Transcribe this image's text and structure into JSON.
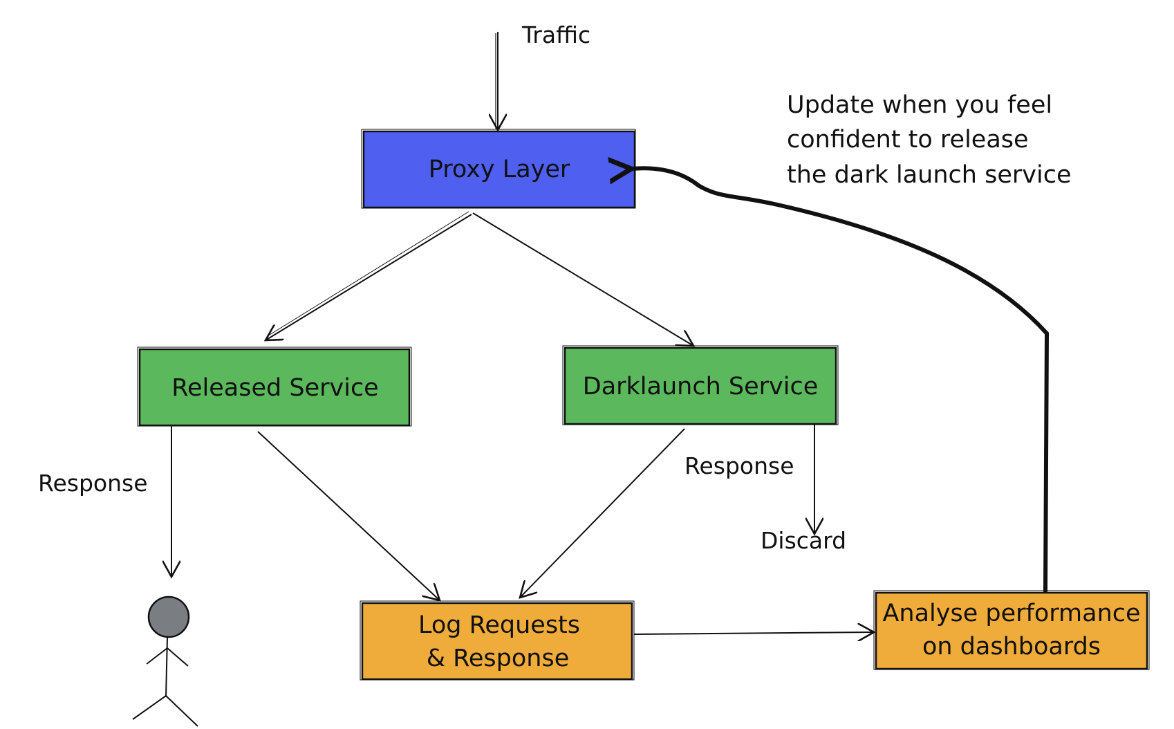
{
  "diagram": {
    "traffic_label": "Traffic",
    "proxy_label": "Proxy Layer",
    "released_label": "Released Service",
    "darklaunch_label": "Darklaunch Service",
    "response_left": "Response",
    "response_right": "Response",
    "discard_label": "Discard",
    "log_line1": "Log Requests",
    "log_line2": "& Response",
    "analyse_line1": "Analyse performance",
    "analyse_line2": "on dashboards",
    "note_line1": "Update when you feel",
    "note_line2": "confident to release",
    "note_line3": "the dark launch service"
  },
  "colors": {
    "proxy": "#4f5ff0",
    "service": "#5cb85c",
    "log": "#f0ac3a",
    "user_head": "#7a7d82",
    "stroke": "#111111"
  }
}
